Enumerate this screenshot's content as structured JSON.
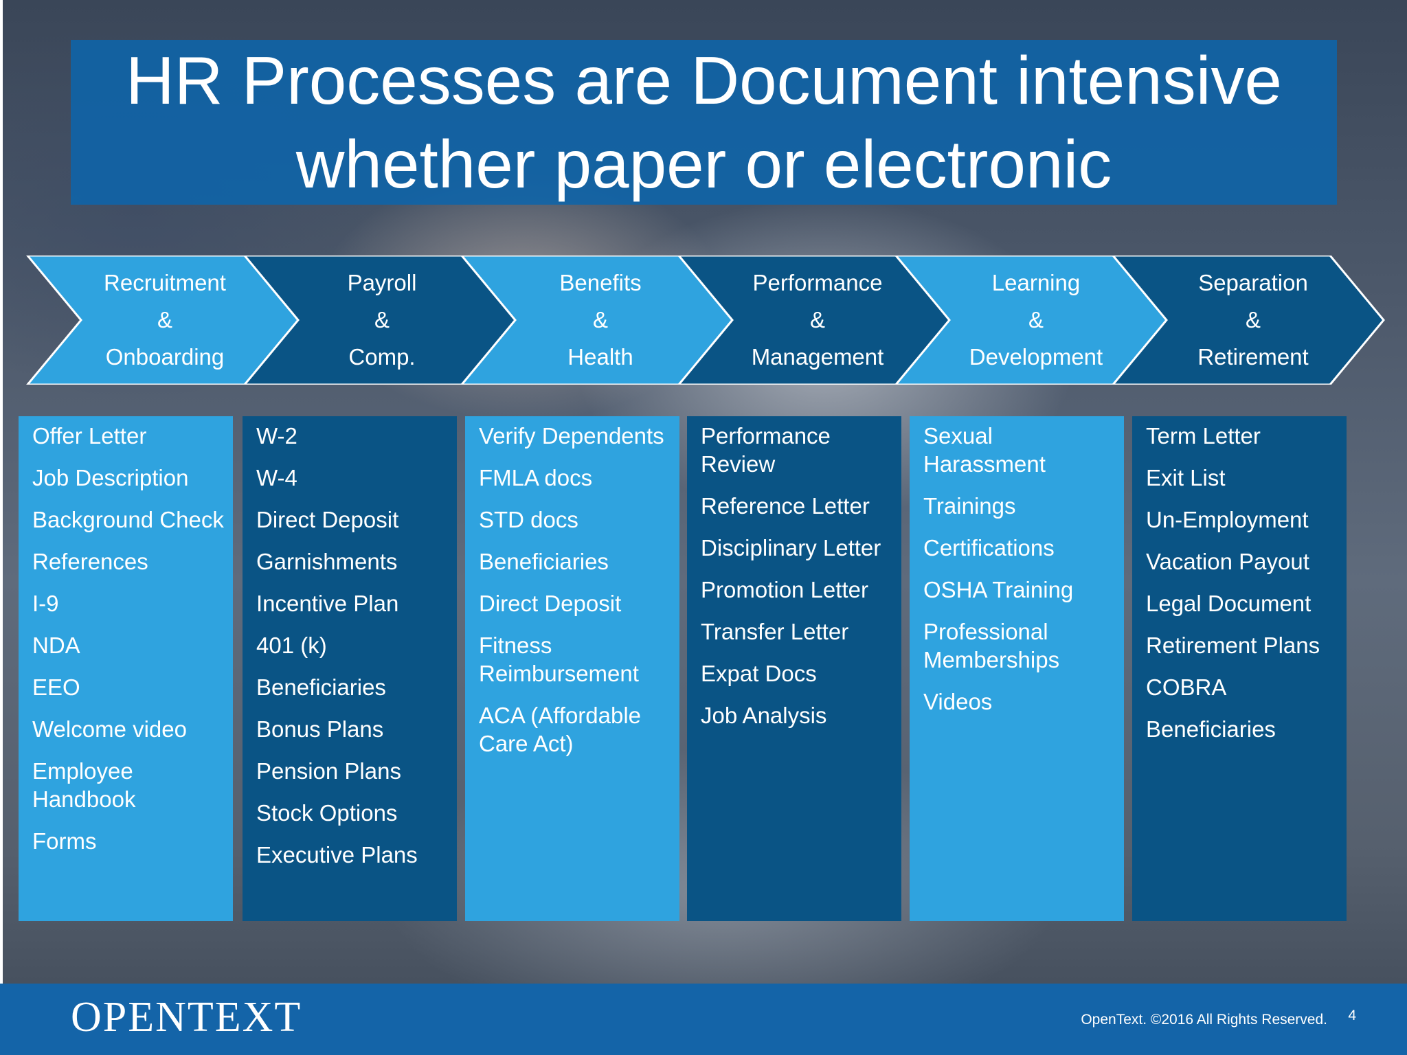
{
  "title": {
    "line1": "HR Processes are Document intensive",
    "line2": "whether paper or electronic"
  },
  "stages": [
    {
      "line1": "Recruitment",
      "line2": "&",
      "line3": "Onboarding",
      "color": "#2fa3df"
    },
    {
      "line1": "Payroll",
      "line2": "&",
      "line3": "Comp.",
      "color": "#0a5485"
    },
    {
      "line1": "Benefits",
      "line2": "&",
      "line3": "Health",
      "color": "#2fa3df"
    },
    {
      "line1": "Performance",
      "line2": "&",
      "line3": "Management",
      "color": "#0a5485"
    },
    {
      "line1": "Learning",
      "line2": "&",
      "line3": "Development",
      "color": "#2fa3df"
    },
    {
      "line1": "Separation",
      "line2": "&",
      "line3": "Retirement",
      "color": "#0a5485"
    }
  ],
  "columns": [
    {
      "items": [
        "Offer Letter",
        "Job Description",
        "Background Check",
        "References",
        "I-9",
        "NDA",
        "EEO",
        "Welcome video",
        "Employee Handbook",
        "Forms"
      ]
    },
    {
      "items": [
        "W-2",
        "W-4",
        "Direct Deposit",
        "Garnishments",
        "Incentive Plan",
        "401 (k)",
        "Beneficiaries",
        "Bonus Plans",
        "Pension Plans",
        "Stock Options",
        "Executive Plans"
      ]
    },
    {
      "items": [
        "Verify Dependents",
        "FMLA docs",
        "STD docs",
        "Beneficiaries",
        "Direct Deposit",
        "Fitness Reimbursement",
        "ACA (Affordable Care Act)"
      ]
    },
    {
      "items": [
        "Performance Review",
        "Reference Letter",
        "Disciplinary Letter",
        "Promotion Letter",
        "Transfer Letter",
        "Expat Docs",
        "Job Analysis"
      ]
    },
    {
      "items": [
        "Sexual Harassment",
        "Trainings",
        "Certifications",
        "OSHA Training",
        "Professional Memberships",
        "Videos"
      ]
    },
    {
      "items": [
        "Term Letter",
        "Exit List",
        "Un-Employment",
        "Vacation Payout",
        "Legal Document",
        "Retirement Plans",
        "COBRA",
        "Beneficiaries"
      ]
    }
  ],
  "footer": {
    "logo": "OPENTEXT",
    "copyright": "OpenText. ©2016 All Rights Reserved.",
    "page_number": "4"
  },
  "colors": {
    "title_bg": "#0e64aa",
    "light_blue": "#2fa3df",
    "dark_blue": "#0a5485",
    "footer_bg": "#1464a8"
  }
}
